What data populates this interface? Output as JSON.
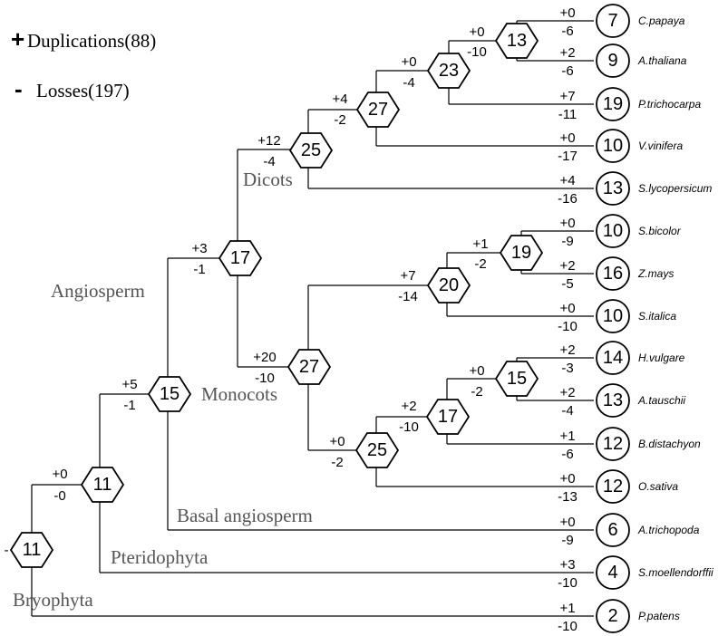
{
  "legend": {
    "duplications_symbol": "+",
    "duplications_label": "Duplications(88)",
    "losses_symbol": "-",
    "losses_label": "Losses(197)"
  },
  "clades": {
    "dicots": "Dicots",
    "angiosperm": "Angiosperm",
    "monocots": "Monocots",
    "basal_angiosperm": "Basal angiosperm",
    "pteridophyta": "Pteridophyta",
    "bryophyta": "Bryophyta"
  },
  "nodes": {
    "root": {
      "count": "11",
      "gain": "",
      "loss": "-"
    },
    "n1": {
      "count": "11",
      "gain": "+0",
      "loss": "-0"
    },
    "n2": {
      "count": "15",
      "gain": "+5",
      "loss": "-1"
    },
    "n3": {
      "count": "17",
      "gain": "+3",
      "loss": "-1"
    },
    "n4": {
      "count": "25",
      "gain": "+12",
      "loss": "-4"
    },
    "n5": {
      "count": "27",
      "gain": "+4",
      "loss": "-2"
    },
    "n6": {
      "count": "23",
      "gain": "+0",
      "loss": "-4"
    },
    "n7": {
      "count": "13",
      "gain": "+0",
      "loss": "-10"
    },
    "n8": {
      "count": "27",
      "gain": "+20",
      "loss": "-10"
    },
    "n9": {
      "count": "20",
      "gain": "+7",
      "loss": "-14"
    },
    "n10": {
      "count": "19",
      "gain": "+1",
      "loss": "-2"
    },
    "n11": {
      "count": "25",
      "gain": "+0",
      "loss": "-2"
    },
    "n12": {
      "count": "17",
      "gain": "+2",
      "loss": "-10"
    },
    "n13": {
      "count": "15",
      "gain": "+0",
      "loss": "-2"
    }
  },
  "leaves": [
    {
      "species": "C.papaya",
      "count": "7",
      "gain": "+0",
      "loss": "-6"
    },
    {
      "species": "A.thaliana",
      "count": "9",
      "gain": "+2",
      "loss": "-6"
    },
    {
      "species": "P.trichocarpa",
      "count": "19",
      "gain": "+7",
      "loss": "-11"
    },
    {
      "species": "V.vinifera",
      "count": "10",
      "gain": "+0",
      "loss": "-17"
    },
    {
      "species": "S.lycopersicum",
      "count": "13",
      "gain": "+4",
      "loss": "-16"
    },
    {
      "species": "S.bicolor",
      "count": "10",
      "gain": "+0",
      "loss": "-9"
    },
    {
      "species": "Z.mays",
      "count": "16",
      "gain": "+2",
      "loss": "-5"
    },
    {
      "species": "S.italica",
      "count": "10",
      "gain": "+0",
      "loss": "-10"
    },
    {
      "species": "H.vulgare",
      "count": "14",
      "gain": "+2",
      "loss": "-3"
    },
    {
      "species": "A.tauschii",
      "count": "13",
      "gain": "+2",
      "loss": "-4"
    },
    {
      "species": "B.distachyon",
      "count": "12",
      "gain": "+1",
      "loss": "-6"
    },
    {
      "species": "O.sativa",
      "count": "12",
      "gain": "+0",
      "loss": "-13"
    },
    {
      "species": "A.trichopoda",
      "count": "6",
      "gain": "+0",
      "loss": "-9"
    },
    {
      "species": "S.moellendorffii",
      "count": "4",
      "gain": "+3",
      "loss": "-10"
    },
    {
      "species": "P.patens",
      "count": "2",
      "gain": "+1",
      "loss": "-10"
    }
  ]
}
